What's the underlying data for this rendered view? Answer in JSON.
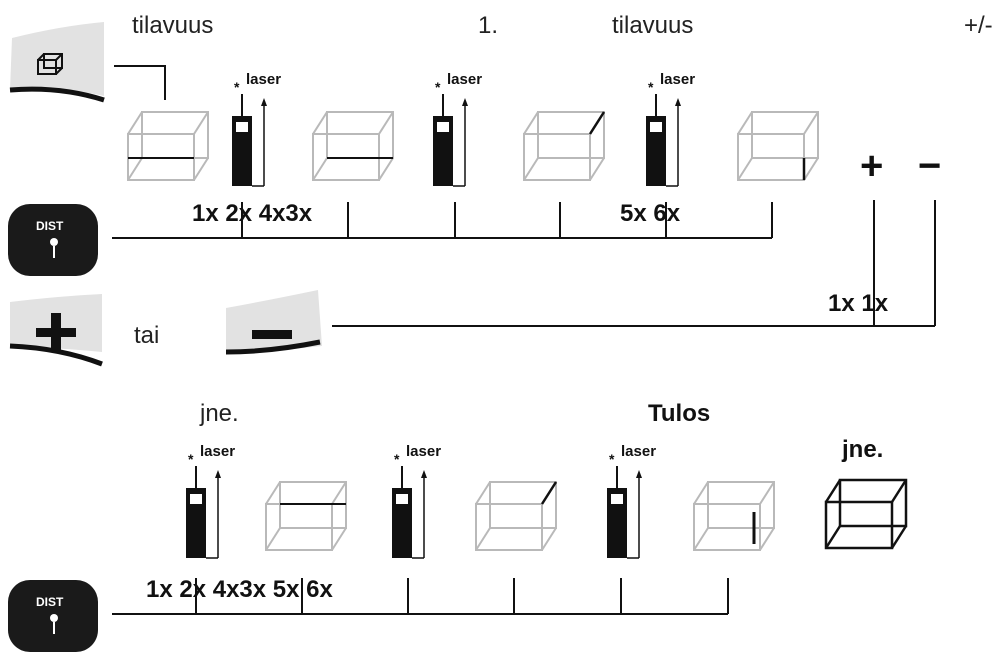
{
  "labels": {
    "tilavuus_1": "tilavuus",
    "step_one": "1.",
    "tilavuus_2": "tilavuus",
    "plus_minus": "+/-",
    "tai": "tai",
    "jne_1": "jne.",
    "tulos": "Tulos",
    "jne_2": "jne."
  },
  "row1": {
    "counts_left": "1x 2x 4x3x",
    "counts_right": "5x 6x"
  },
  "plus_minus_row": {
    "plus_symbol": "+",
    "minus_symbol": "−",
    "counts": "1x 1x"
  },
  "row2": {
    "counts": "1x 2x 4x3x 5x 6x"
  },
  "device": {
    "laser_label": "laser",
    "dist_label": "DIST"
  },
  "icons": [
    "volume-button-icon",
    "dist-button-icon",
    "plus-button-icon",
    "minus-button-icon",
    "laser-device-icon",
    "box-outline-icon"
  ]
}
